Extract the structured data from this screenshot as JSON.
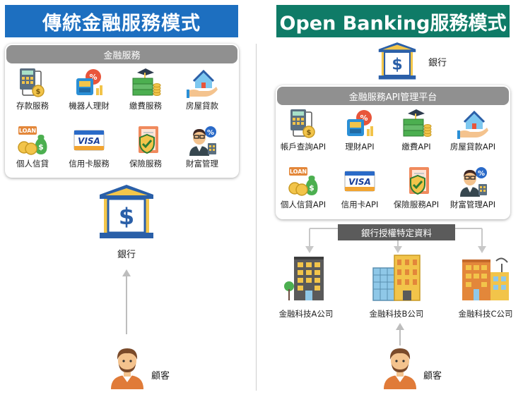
{
  "left": {
    "title": "傳統金融服務模式",
    "panel_header": "金融服務",
    "services": [
      {
        "label": "存款服務",
        "icon": "calculator-doc-icon"
      },
      {
        "label": "機器人理財",
        "icon": "robo-advisor-icon"
      },
      {
        "label": "繳費服務",
        "icon": "bill-payment-icon"
      },
      {
        "label": "房屋貸款",
        "icon": "house-loan-icon"
      },
      {
        "label": "個人信貸",
        "icon": "loan-bag-icon"
      },
      {
        "label": "信用卡服務",
        "icon": "visa-card-icon"
      },
      {
        "label": "保險服務",
        "icon": "insurance-icon"
      },
      {
        "label": "財富管理",
        "icon": "wealth-manager-icon"
      }
    ],
    "bank_label": "銀行",
    "customer_label": "顧客"
  },
  "right": {
    "title": "Open Banking服務模式",
    "bank_label": "銀行",
    "panel_header": "金融服務API管理平台",
    "apis": [
      {
        "label": "帳戶查詢API",
        "icon": "calculator-doc-icon"
      },
      {
        "label": "理財API",
        "icon": "robo-advisor-icon"
      },
      {
        "label": "繳費API",
        "icon": "bill-payment-icon"
      },
      {
        "label": "房屋貸款API",
        "icon": "house-loan-icon"
      },
      {
        "label": "個人信貸API",
        "icon": "loan-bag-icon"
      },
      {
        "label": "信用卡API",
        "icon": "visa-card-icon"
      },
      {
        "label": "保險服務API",
        "icon": "insurance-icon"
      },
      {
        "label": "財富管理API",
        "icon": "wealth-manager-icon"
      }
    ],
    "auth_bar": "銀行授權特定資料",
    "companies": [
      "金融科技A公司",
      "金融科技B公司",
      "金融科技C公司"
    ],
    "customer_label": "顧客"
  },
  "icon_text": {
    "loan": "LOAN",
    "visa": "VISA"
  },
  "colors": {
    "left_title_bg": "#1d6fc0",
    "right_title_bg": "#0f7b67",
    "panel_header_bg": "#909090",
    "auth_bar_bg": "#5b5b5b"
  }
}
